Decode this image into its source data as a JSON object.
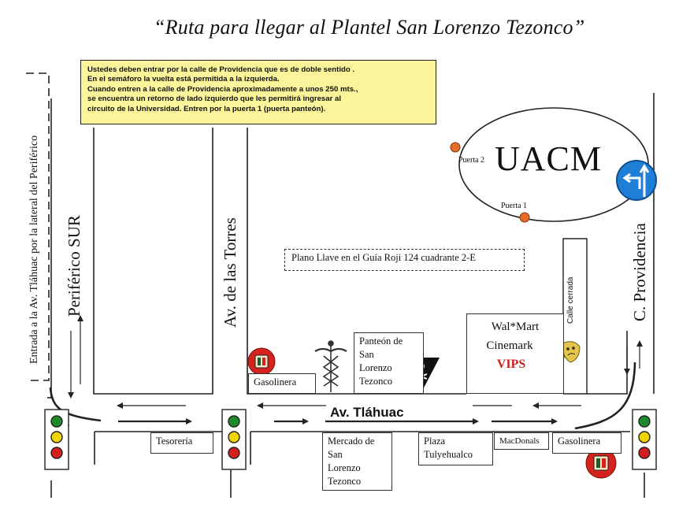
{
  "title": "“Ruta para llegar al Plantel San Lorenzo Tezonco”",
  "note": {
    "lines": [
      "Ustedes deben entrar por la calle de Providencia que es de doble sentido .",
      "En el semáforo la vuelta está permitida a la izquierda.",
      "Cuando entren a la calle de Providencia aproximadamente a unos 250 mts.,",
      "se encuentra un retorno de lado izquierdo que les permitirá ingresar al",
      "circuito de la Universidad. Entren por la puerta 1 (puerta panteón)."
    ]
  },
  "campus": {
    "name": "UACM",
    "gate1": "Puerta 1",
    "gate2": "Puerta 2"
  },
  "streets": {
    "periferico_lateral": "Entrada a la Av. Tláhuac por la lateral del Periférico",
    "periferico": "Periférico SUR",
    "torres": "Av. de las Torres",
    "providencia": "C. Providencia",
    "cerrada": "Calle cerrada",
    "tlahuac": "Av. Tláhuac"
  },
  "reference": "Plano Llave en el Guía Roji 124 cuadrante 2-E",
  "places": {
    "gas_left": "Gasolinera",
    "panteon": [
      "Panteón de",
      "San",
      "Lorenzo",
      "Tezonco"
    ],
    "walmart": "Wal*Mart",
    "cinemark": "Cinemark",
    "vips": "VIPS",
    "tesoreria": "Tesorería",
    "mercado": [
      "Mercado de",
      "San",
      "Lorenzo",
      "Tezonco"
    ],
    "plaza": [
      "Plaza",
      "Tulyehualco"
    ],
    "macdonals": "MacDonals",
    "gas_right": "Gasolinera"
  },
  "icons": [
    "gas-station-icon",
    "caduceus-icon",
    "skull-crossbones-icon",
    "theater-masks-icon",
    "traffic-light-icon",
    "left-turn-sign-icon",
    "gate-marker-icon"
  ],
  "colors": {
    "note_bg": "#fbf49a",
    "sign_blue": "#1f7fd6",
    "gate": "#e66a2a",
    "vips": "#d0201e",
    "gas_badge": "#d4231d"
  }
}
